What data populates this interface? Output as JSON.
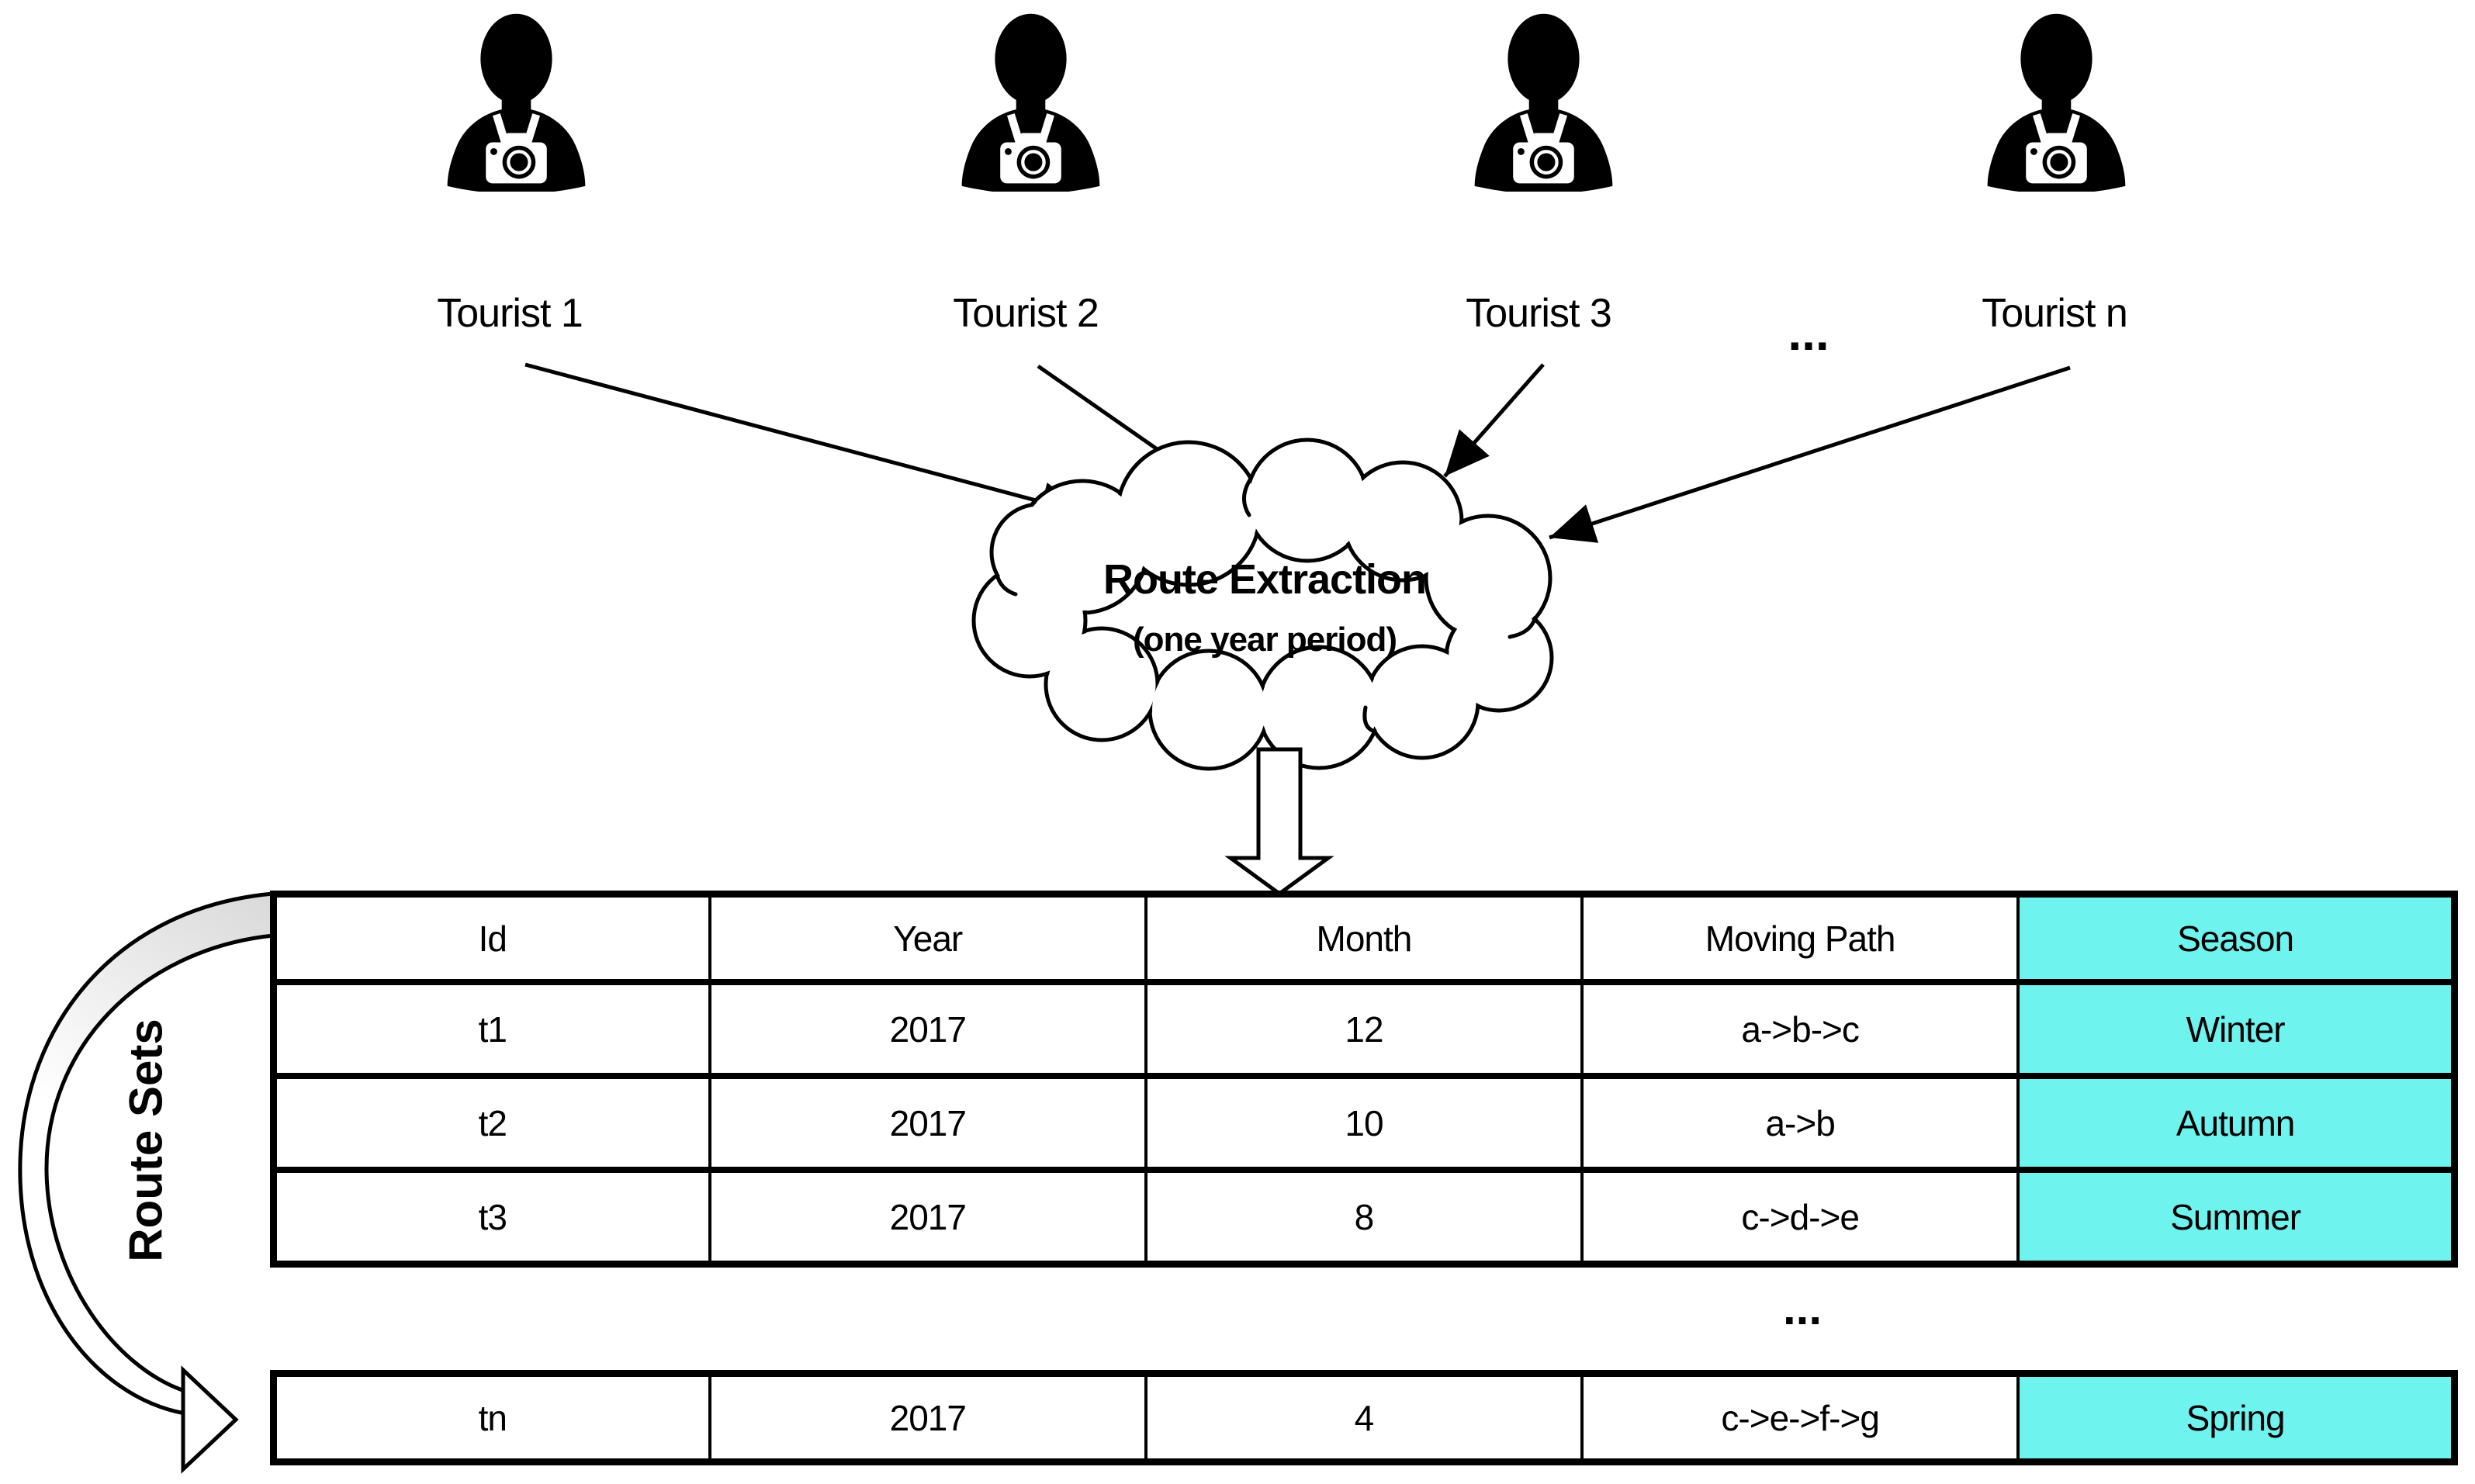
{
  "tourists": {
    "items": [
      {
        "label": "Tourist 1"
      },
      {
        "label": "Tourist 2"
      },
      {
        "label": "Tourist 3"
      },
      {
        "label": "Tourist n"
      }
    ],
    "ellipsis": "..."
  },
  "cloud": {
    "title": "Route Extraction",
    "subtitle": "(one year period)"
  },
  "route_sets": {
    "label": "Route Sets"
  },
  "table": {
    "headers": [
      "Id",
      "Year",
      "Month",
      "Moving Path",
      "Season"
    ],
    "rows": [
      [
        "t1",
        "2017",
        "12",
        "a->b->c",
        "Winter"
      ],
      [
        "t2",
        "2017",
        "10",
        "a->b",
        "Autumn"
      ],
      [
        "t3",
        "2017",
        "8",
        "c->d->e",
        "Summer"
      ]
    ],
    "ellipsis": "...",
    "last_row": [
      "tn",
      "2017",
      "4",
      "c->e->f->g",
      "Spring"
    ]
  },
  "icons": {
    "tourist_icon": "person-with-camera"
  },
  "colors": {
    "season_highlight": "#6FF3EE",
    "band_gray": "#D9D9D9",
    "ink": "#000000"
  }
}
